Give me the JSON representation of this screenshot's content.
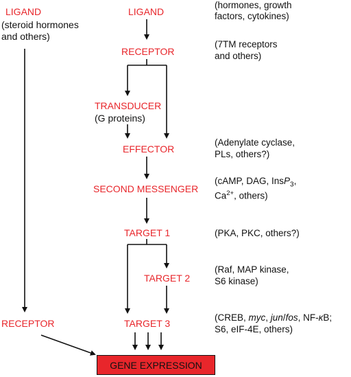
{
  "left_path": {
    "ligand": "LIGAND",
    "ligand_sub_1": "(steroid hormones",
    "ligand_sub_2": "and others)",
    "receptor": "RECEPTOR"
  },
  "main_path": {
    "ligand": "LIGAND",
    "receptor": "RECEPTOR",
    "transducer": "TRANSDUCER",
    "transducer_sub": "(G proteins)",
    "effector": "EFFECTOR",
    "second_messenger": "SECOND MESSENGER",
    "target1": "TARGET 1",
    "target2": "TARGET 2",
    "target3": "TARGET 3",
    "gene_expression": "GENE EXPRESSION"
  },
  "notes": {
    "ligand_1": "(hormones, growth",
    "ligand_2": "factors, cytokines)",
    "receptor_1": "(7TM receptors",
    "receptor_2": "and others)",
    "effector_1": "(Adenylate cyclase,",
    "effector_2": "PLs, others?)",
    "second_messenger_1a": "(cAMP, DAG, Ins",
    "second_messenger_1b": "P",
    "second_messenger_1c": "3",
    "second_messenger_1d": ",",
    "second_messenger_2a": "Ca",
    "second_messenger_2b": "2+",
    "second_messenger_2c": ", others)",
    "target1_1": "(PKA, PKC, others?)",
    "target2_1": "(Raf, MAP kinase,",
    "target2_2": "S6 kinase)",
    "target3_1a": "(CREB, ",
    "target3_1b": "myc",
    "target3_1c": ", ",
    "target3_1d": "jun",
    "target3_1e": "/",
    "target3_1f": "fos",
    "target3_1g": ", NF-",
    "target3_1h": "κ",
    "target3_1i": "B;",
    "target3_2": "S6, eIF-4E, others)"
  },
  "colors": {
    "label_red": "#e8262b",
    "text_black": "#111111"
  }
}
